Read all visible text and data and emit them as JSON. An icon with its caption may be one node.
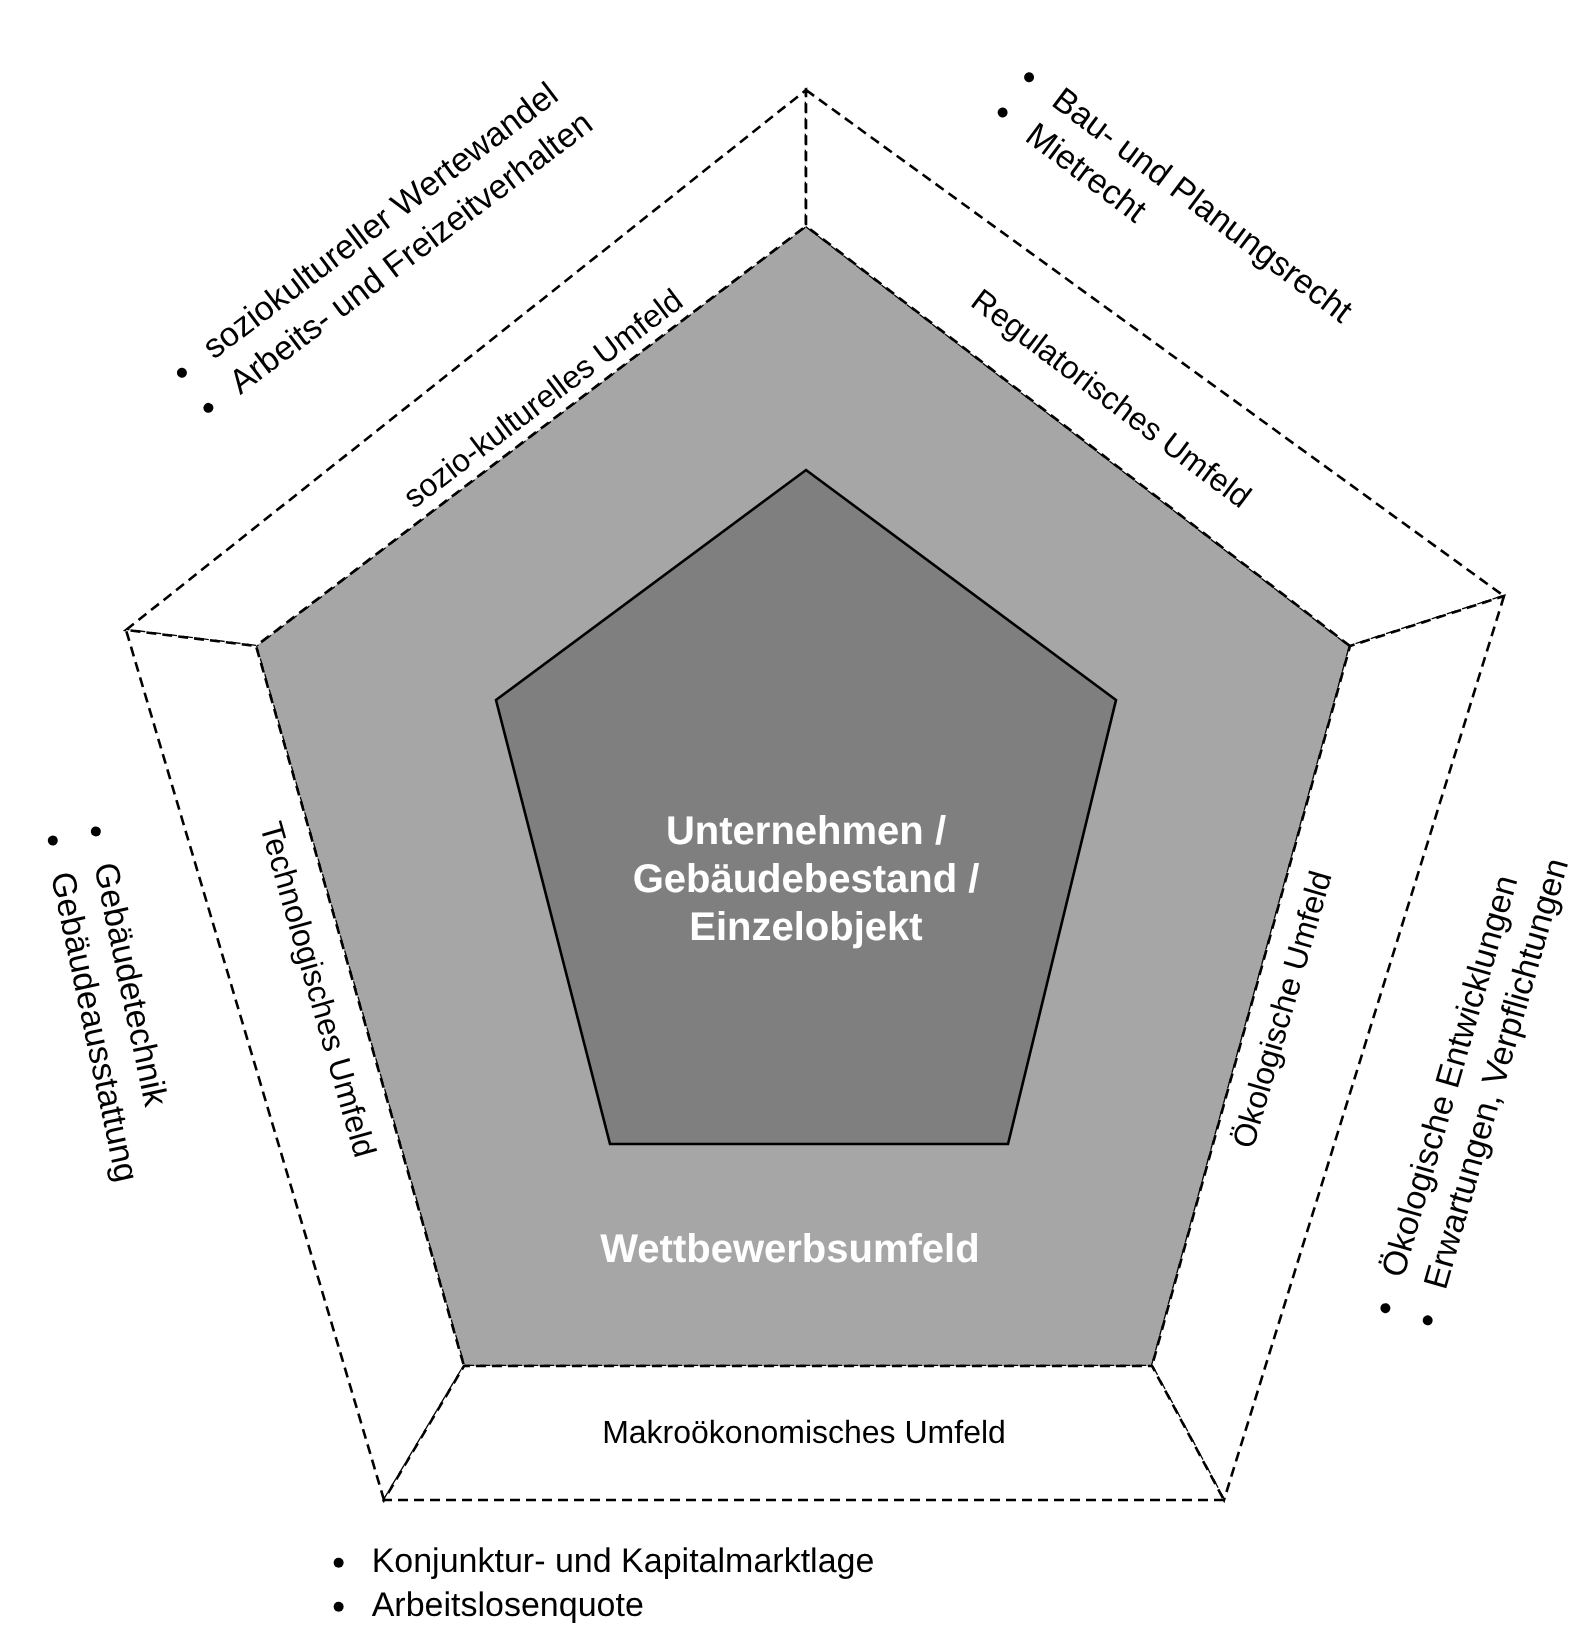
{
  "diagram": {
    "nodes": [
      {
        "text": [
          "Wettbewerbsumfeld"
        ]
      },
      {
        "text": [
          "Unternehmen / Gebäudebestand / Einzelobjekt"
        ],
        "in": 0
      },
      {
        "text": [
          "sozio-kulturelles Umfeld"
        ],
        "beside": [
          "soziokultureller Wertewandel",
          "Arbeits- und Freizeitverhalten"
        ]
      },
      {
        "text": [
          "Regulatorisches Umfeld"
        ],
        "beside": [
          "Bau- und Planungsrecht",
          "Mietrecht"
        ]
      },
      {
        "text": [
          "Technologisches Umfeld"
        ],
        "beside": [
          "Gebäudetechnik",
          "Gebäudeausstattung"
        ]
      },
      {
        "text": [
          "Ökologische Umfeld"
        ],
        "beside": [
          "Ökologische Entwicklungen",
          "Erwartungen, Verpflichtungen"
        ]
      },
      {
        "text": [
          "Makroökonomisches Umfeld"
        ],
        "beside": [
          "Konjunktur- und Kapitalmarktlage",
          "Arbeitslosenquote"
        ]
      }
    ]
  }
}
